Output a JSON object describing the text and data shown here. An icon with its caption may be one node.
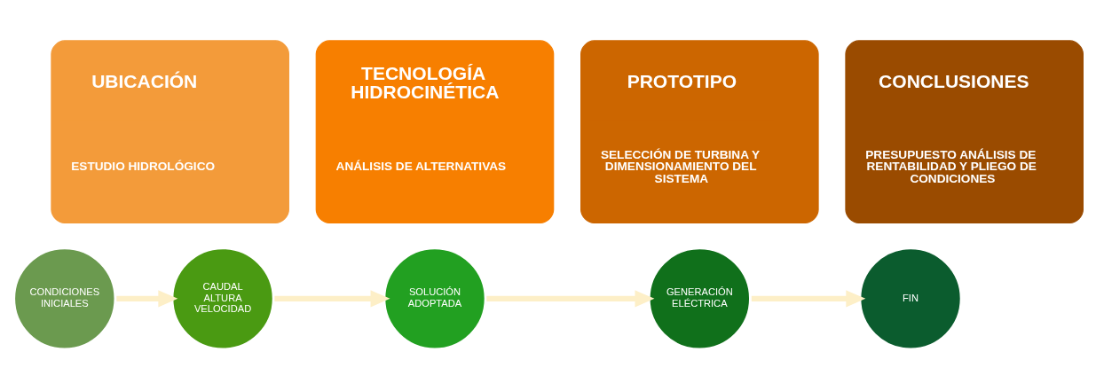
{
  "diagram": {
    "nodes": [
      {
        "text": [
          "UBICACIÓN",
          "ESTUDIO HIDROLÓGICO"
        ]
      },
      {
        "text": [
          "TECNOLOGÍA HIDROCINÉTICA",
          "ANÁLISIS DE ALTERNATIVAS"
        ]
      },
      {
        "text": [
          "PROTOTIPO",
          "SELECCIÓN DE TURBINA Y DIMENSIONAMIENTO DEL SISTEMA"
        ]
      },
      {
        "text": [
          "CONCLUSIONES",
          "PRESUPUESTO ANÁLISIS DE RENTABILIDAD Y PLIEGO DE CONDICIONES"
        ]
      },
      {
        "text": [
          "CONDICIONES INICIALES"
        ]
      },
      {
        "text": [
          "CAUDAL ALTURA VELOCIDAD"
        ]
      },
      {
        "text": [
          "SOLUCIÓN ADOPTADA"
        ]
      },
      {
        "text": [
          "GENERACIÓN ELÉCTRICA"
        ]
      },
      {
        "text": [
          "FIN"
        ]
      }
    ],
    "edges": [
      {
        "from": 4,
        "to": 5,
        "arrow": "to"
      },
      {
        "from": 5,
        "to": 6,
        "arrow": "to"
      },
      {
        "from": 6,
        "to": 7,
        "arrow": "to"
      },
      {
        "from": 7,
        "to": 8,
        "arrow": "to"
      }
    ]
  }
}
